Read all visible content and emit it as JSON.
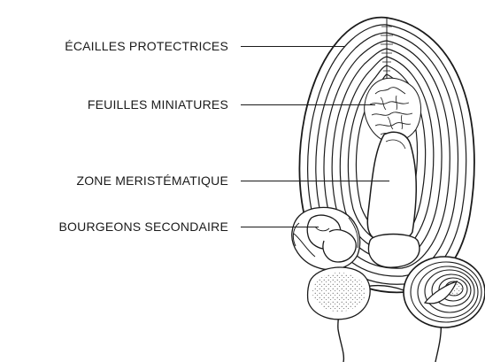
{
  "labels": {
    "scales": "ÉCAILLES PROTECTRICES",
    "leaves": "FEUILLES MINIATURES",
    "meristem": "ZONE MERISTÉMATIQUE",
    "secondary_buds": "BOURGEONS SECONDAIRE"
  },
  "colors": {
    "ink": "#1a1a1a",
    "background": "#ffffff"
  }
}
